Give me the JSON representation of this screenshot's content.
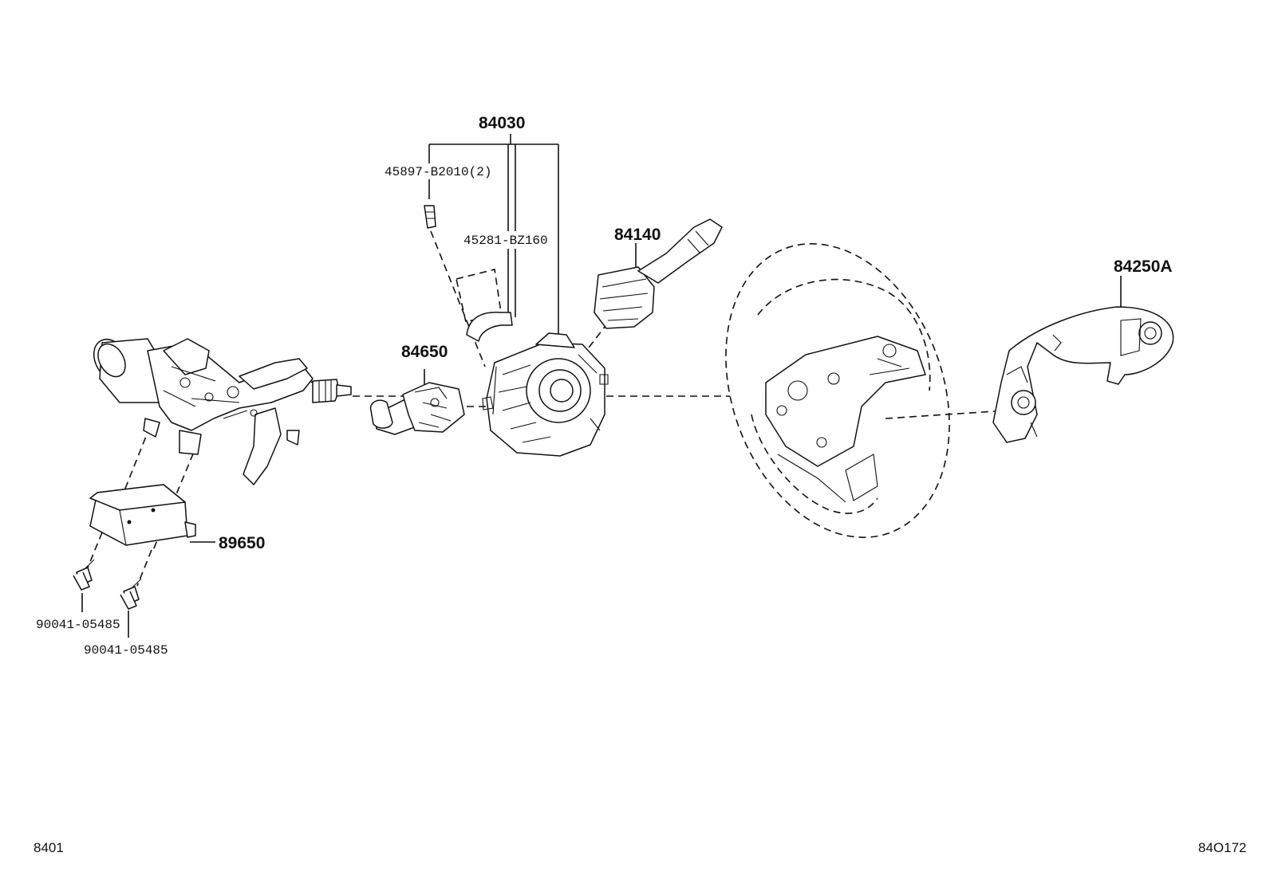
{
  "labels": {
    "p84030": "84030",
    "p45897": "45897-B2010(2)",
    "p45281": "45281-BZ160",
    "p84140": "84140",
    "p84650": "84650",
    "p84250a": "84250A",
    "p89650": "89650",
    "bolt1": "90041-05485",
    "bolt2": "90041-05485"
  },
  "corner": {
    "left": "8401",
    "right": "84O172"
  }
}
